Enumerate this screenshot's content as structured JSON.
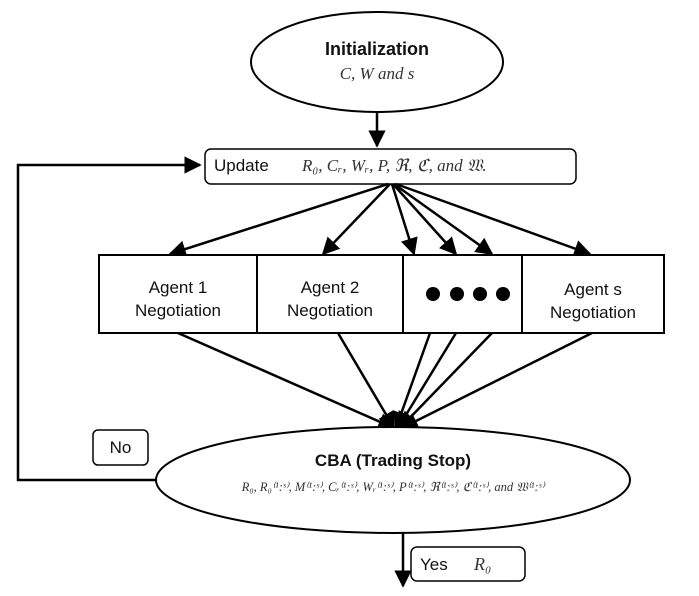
{
  "init": {
    "title": "Initialization",
    "params": "C, W and s"
  },
  "update": {
    "label": "Update",
    "formula": "R₀, Cᵣ, Wᵣ, P, ℜ, ℭ, and 𝔚."
  },
  "agents": [
    {
      "line1": "Agent 1",
      "line2": "Negotiation"
    },
    {
      "line1": "Agent 2",
      "line2": "Negotiation"
    },
    {
      "line1": "",
      "line2": ""
    },
    {
      "line1": "Agent s",
      "line2": "Negotiation"
    }
  ],
  "cba": {
    "title": "CBA  (Trading Stop)",
    "formula": "R₀, R₀⁽¹:ˢ⁾, M⁽¹:ˢ⁾, Cᵣ⁽¹:ˢ⁾, Wᵣ⁽¹:ˢ⁾, P⁽¹:ˢ⁾, ℜ⁽¹:ˢ⁾, ℭ⁽¹:ˢ⁾, and 𝔚⁽¹:ˢ⁾"
  },
  "no_label": "No",
  "yes": {
    "label": "Yes",
    "value": "R₀"
  }
}
